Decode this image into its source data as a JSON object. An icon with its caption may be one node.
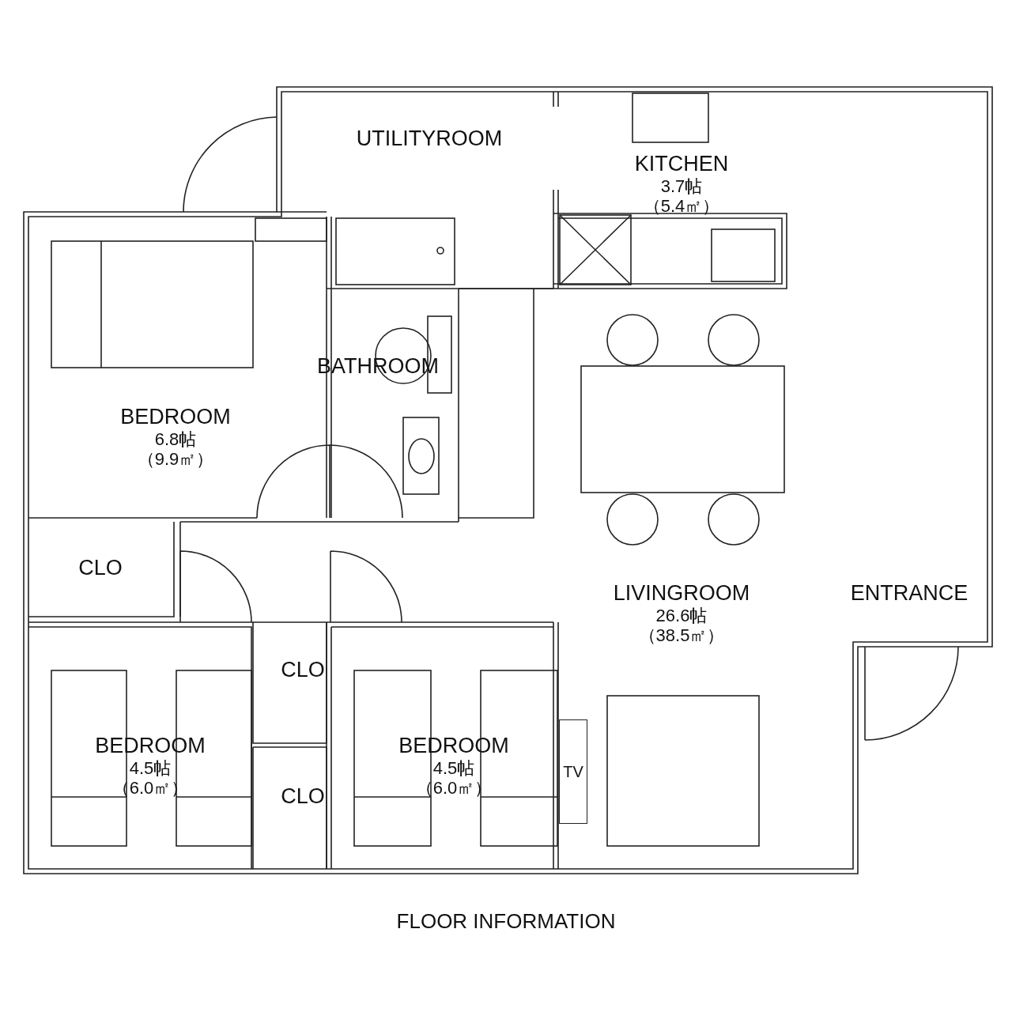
{
  "diagram": {
    "caption": "FLOOR INFORMATION",
    "nodes": [
      {
        "text": [
          "UTILITYROOM"
        ]
      },
      {
        "text": [
          "KITCHEN",
          "3.7帖",
          "（5.4㎡）"
        ]
      },
      {
        "text": [
          "BATHROOM"
        ]
      },
      {
        "text": [
          "BEDROOM",
          "6.8帖",
          "（9.9㎡）"
        ]
      },
      {
        "text": [
          "CLO"
        ]
      },
      {
        "text": [
          "LIVINGROOM",
          "26.6帖",
          "（38.5㎡）"
        ]
      },
      {
        "text": [
          "ENTRANCE"
        ]
      },
      {
        "text": [
          "CLO"
        ]
      },
      {
        "text": [
          "BEDROOM",
          "4.5帖",
          "（6.0㎡）"
        ]
      },
      {
        "text": [
          "BEDROOM",
          "4.5帖",
          "（6.0㎡）"
        ]
      },
      {
        "text": [
          "TV"
        ]
      },
      {
        "text": [
          "CLO"
        ]
      }
    ],
    "edges": []
  }
}
